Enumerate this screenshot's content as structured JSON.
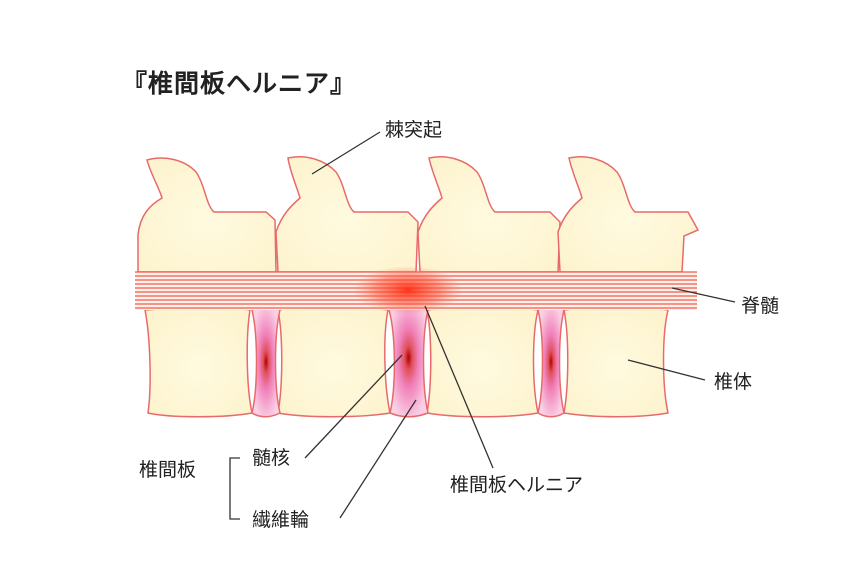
{
  "title": "『椎間板ヘルニア』",
  "labels": {
    "spinous_process": "棘突起",
    "spinal_cord": "脊髄",
    "vertebral_body": "椎体",
    "herniation": "椎間板ヘルニア",
    "disc": "椎間板",
    "nucleus": "髄核",
    "annulus": "繊維輪"
  },
  "colors": {
    "bone_fill": "#fdf6d6",
    "outline": "#e86a6a",
    "cord": "#ff6a5a",
    "disc_pink": "#f7b0d2",
    "nucleus_core": "#b00000",
    "leader": "#333333"
  }
}
